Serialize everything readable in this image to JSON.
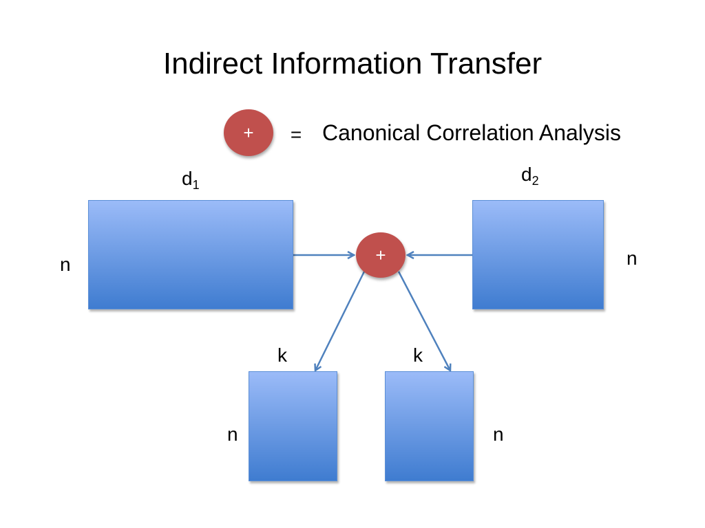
{
  "title": "Indirect Information Transfer",
  "legend": {
    "symbol": "+",
    "equals": "=",
    "meaning": "Canonical Correlation Analysis"
  },
  "cca_node": {
    "symbol": "+"
  },
  "matrices": {
    "input_1": {
      "col_label": "d",
      "col_subscript": "1",
      "row_label": "n"
    },
    "input_2": {
      "col_label": "d",
      "col_subscript": "2",
      "row_label": "n"
    },
    "output_1": {
      "col_label": "k",
      "row_label": "n"
    },
    "output_2": {
      "col_label": "k",
      "row_label": "n"
    }
  },
  "colors": {
    "matrix_top": "#9bbbf8",
    "matrix_bottom": "#3f7cd0",
    "cca_node": "#c0504d",
    "arrow": "#4f81bd"
  }
}
